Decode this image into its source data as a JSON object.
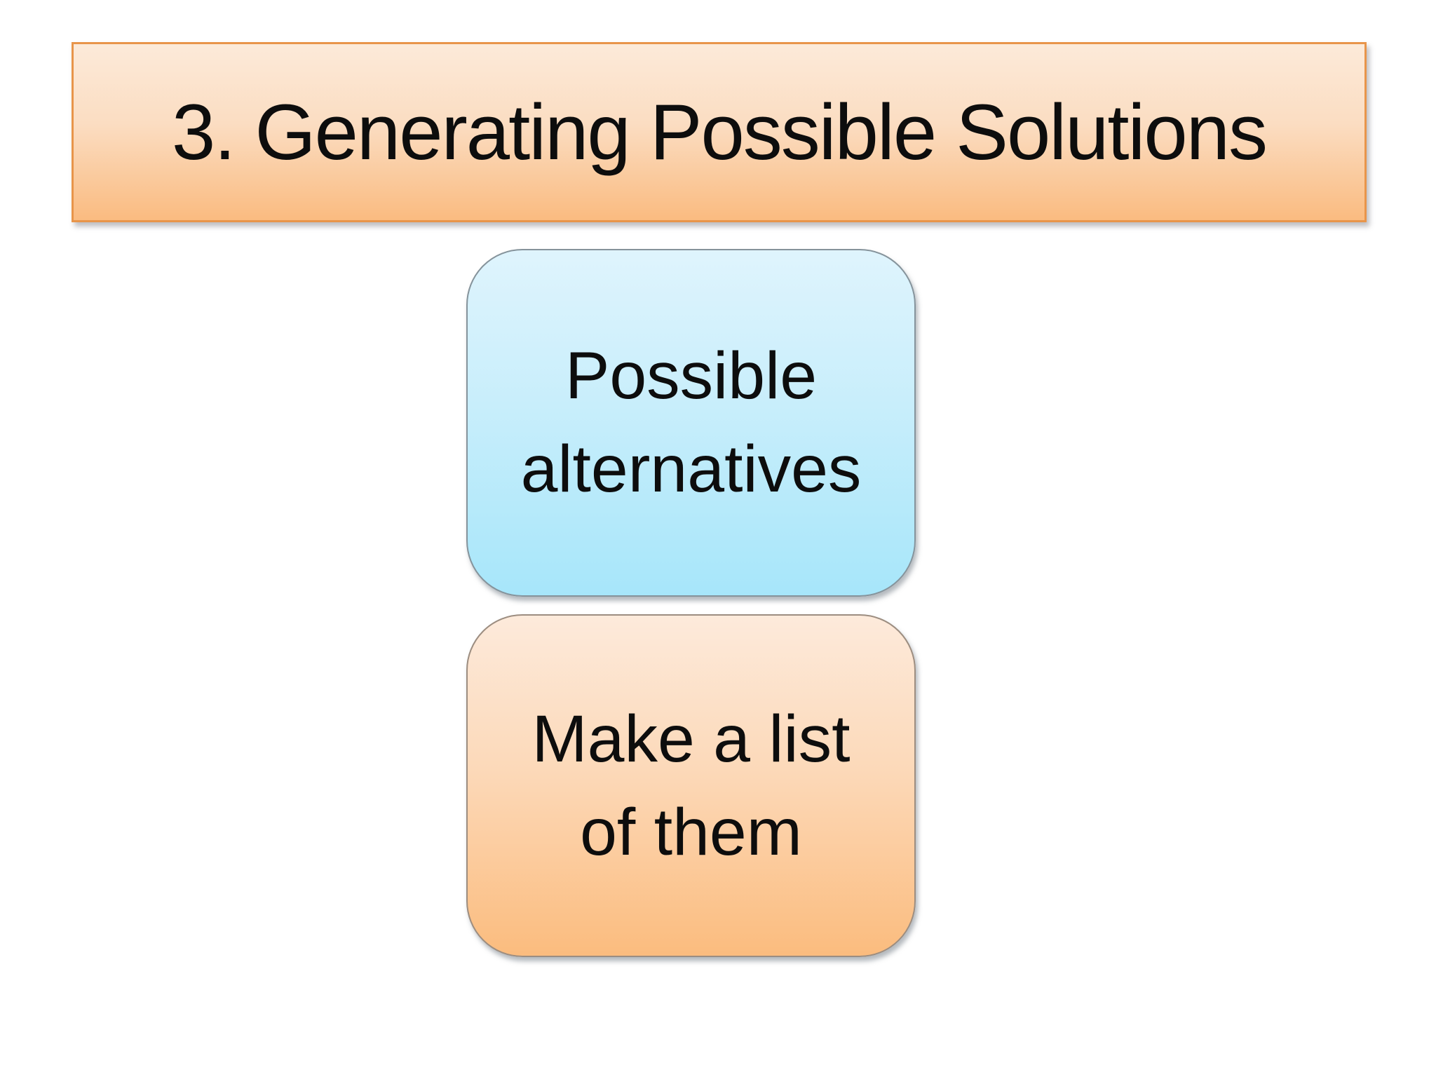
{
  "slide": {
    "background_color": "#ffffff",
    "text_color": "#0d0d0d",
    "title_banner": {
      "text": "3. Generating Possible Solutions",
      "gradient_top": "#fcead9",
      "gradient_bottom": "#fabb80",
      "border_color": "#e8954a",
      "shadow_color": "#6e6e78"
    },
    "boxes": [
      {
        "id": "possible-alternatives",
        "lines": [
          "Possible",
          "alternatives"
        ],
        "gradient_top": "#dff4fd",
        "gradient_bottom": "#a7e6fa",
        "border_color": "#85939b"
      },
      {
        "id": "make-a-list-of-them",
        "lines": [
          "Make a list",
          "of them"
        ],
        "gradient_top": "#fdeadb",
        "gradient_bottom": "#fbbc7e",
        "border_color": "#9c8d80"
      }
    ]
  }
}
